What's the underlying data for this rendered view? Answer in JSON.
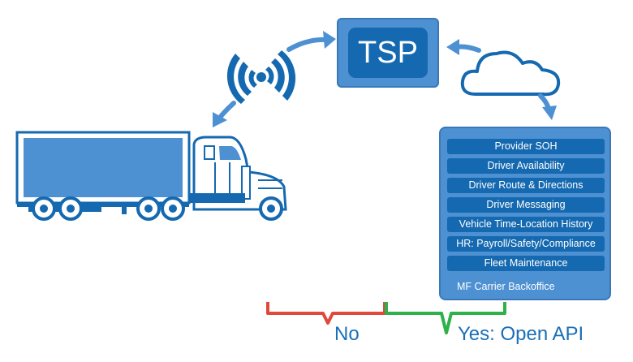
{
  "tsp": {
    "label": "TSP"
  },
  "backoffice": {
    "services": [
      "Provider SOH",
      "Driver Availability",
      "Driver Route & Directions",
      "Driver Messaging",
      "Vehicle Time-Location History",
      "HR: Payroll/Safety/Compliance",
      "Fleet Maintenance"
    ],
    "label": "MF Carrier Backoffice"
  },
  "brackets": {
    "no": {
      "label": "No",
      "color": "#e0483b"
    },
    "yes": {
      "label": "Yes: Open API",
      "color": "#2fb14a"
    }
  },
  "colors": {
    "light_blue": "#4e91d2",
    "dark_blue": "#1569b0",
    "text_blue": "#1a6fb8"
  },
  "icons": [
    "truck-icon",
    "wireless-signal-icon",
    "cloud-icon"
  ]
}
